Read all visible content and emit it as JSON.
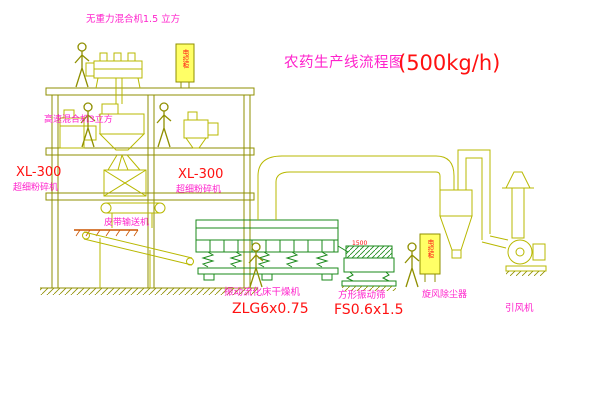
{
  "title": {
    "main": "农药生产线流程图",
    "capacity": "(500kg/h)"
  },
  "labels": {
    "top_mixer": "无重力混合机1.5 立方",
    "high_speed_mixer": "高速混合机3立方",
    "mill_left_model": "XL-300",
    "mill_left_name": "超细粉碎机",
    "mill_center_model": "XL-300",
    "mill_center_name": "超细粉碎机",
    "belt_conveyor": "皮带输送机",
    "dryer_name": "振动流化床干燥机",
    "dryer_model": "ZLG6x0.75",
    "screen_name": "方形振动筛",
    "screen_model": "FS0.6x1.5",
    "cyclone": "旋风除尘器",
    "fan": "引风机"
  },
  "annotations": {
    "screen_dim": "1500",
    "cabinet_top": "电控柜",
    "cabinet_right": "电控柜"
  },
  "colors": {
    "structure_olive": "#8f8f00",
    "equipment_yellow": "#b8b800",
    "equipment_green": "#1a8a1a",
    "cabinet_fill": "#ffff66",
    "label_magenta": "#ff22cc",
    "label_red": "#ff1111",
    "platform_orange": "#cc5500",
    "background": "#ffffff"
  }
}
